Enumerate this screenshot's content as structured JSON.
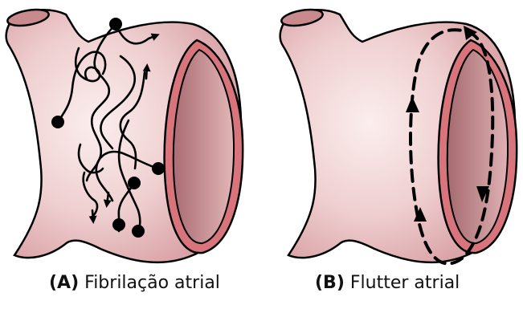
{
  "panels": [
    {
      "letter": "(A)",
      "label": "Fibrilação atrial"
    },
    {
      "letter": "(B)",
      "label": "Flutter atrial"
    }
  ],
  "colors": {
    "tissue_light": "#f6dede",
    "tissue_mid": "#e6b3b5",
    "tissue_dark": "#c98a8e",
    "rim": "#d8747c",
    "inner_chamber": "#b3797d",
    "stroke": "#000000",
    "text": "#111111"
  },
  "icons": [
    "arrow-head-icon",
    "dot-icon"
  ]
}
